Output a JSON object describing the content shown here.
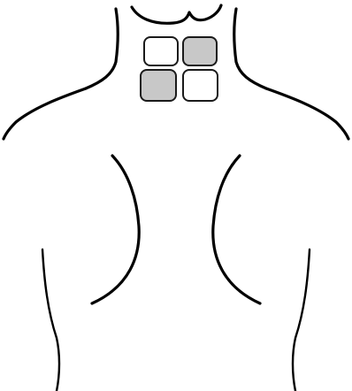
{
  "figure": {
    "subject": "back-of-neck-and-shoulders",
    "outline_color": "#000000",
    "background_color": "#ffffff"
  },
  "electrode_pads": [
    {
      "position": "upper-left",
      "state": "inactive",
      "fill": "#ffffff"
    },
    {
      "position": "upper-right",
      "state": "active",
      "fill": "#c8c8c8"
    },
    {
      "position": "lower-left",
      "state": "active",
      "fill": "#c8c8c8"
    },
    {
      "position": "lower-right",
      "state": "inactive",
      "fill": "#ffffff"
    }
  ]
}
